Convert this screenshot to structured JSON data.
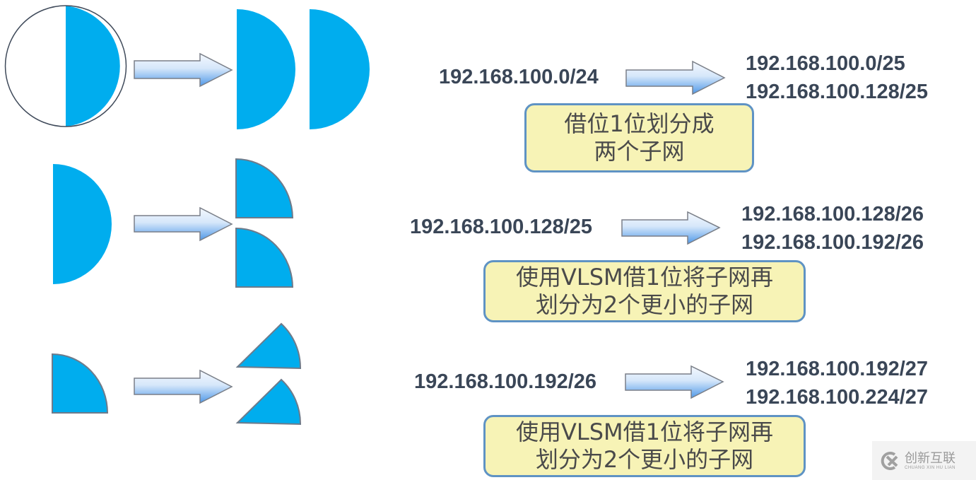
{
  "colors": {
    "shape_fill": "#00adee",
    "shape_stroke": "#6e7b8b",
    "ip_text": "#3a4657",
    "note_fill": "#f7f3b6",
    "note_border": "#5f93c4",
    "arrow_light": "#eef5fd",
    "arrow_dark": "#5ea3ea"
  },
  "rows": [
    {
      "source": "192.168.100.0/24",
      "results": [
        "192.168.100.0/25",
        "192.168.100.128/25"
      ],
      "note_lines": [
        "借位1位划分成",
        "两个子网"
      ],
      "shape_from": "circle-half-filled",
      "shape_to": "two-half-circles"
    },
    {
      "source": "192.168.100.128/25",
      "results": [
        "192.168.100.128/26",
        "192.168.100.192/26"
      ],
      "note_lines": [
        "使用VLSM借1位将子网再",
        "划分为2个更小的子网"
      ],
      "shape_from": "half-circle",
      "shape_to": "two-quarter-circles"
    },
    {
      "source": "192.168.100.192/26",
      "results": [
        "192.168.100.192/27",
        "192.168.100.224/27"
      ],
      "note_lines": [
        "使用VLSM借1位将子网再",
        "划分为2个更小的子网"
      ],
      "shape_from": "quarter-circle",
      "shape_to": "two-eighth-circles"
    }
  ],
  "watermark": {
    "name_cn": "创新互联",
    "name_en": "CHUANG XIN HU LIAN",
    "icon": "cx-logo-icon"
  }
}
